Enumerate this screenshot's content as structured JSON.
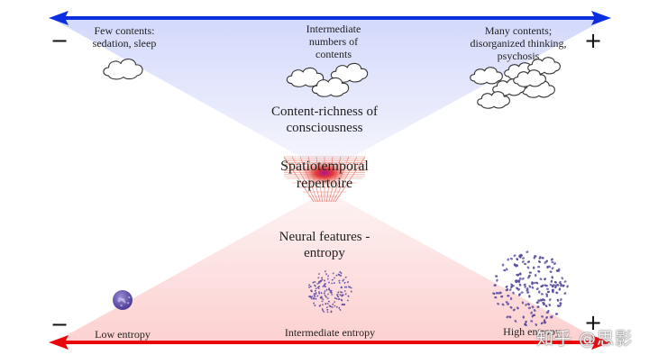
{
  "colors": {
    "top_arrow": "#0a2ee0",
    "bottom_arrow": "#e8080c",
    "top_fill": "#d6dcfb",
    "bottom_fill": "#fdd4d4",
    "particles": "#5a4aa0"
  },
  "top_axis": {
    "name": "Content-richness of consciousness",
    "label_line1": "Content-richness of",
    "label_line2": "consciousness",
    "minus_sign": "−",
    "plus_sign": "+",
    "levels": [
      {
        "line1": "Few contents:",
        "line2": "sedation, sleep",
        "line3": "",
        "clouds": 1
      },
      {
        "line1": "Intermediate",
        "line2": "numbers of",
        "line3": "contents",
        "clouds": 3
      },
      {
        "line1": "Many contents;",
        "line2": "disorganized thinking,",
        "line3": "psychosis",
        "clouds": 7
      }
    ]
  },
  "center": {
    "line1": "Spatiotemporal",
    "line2": "repertoire"
  },
  "bottom_axis": {
    "label_line1": "Neural features -",
    "label_line2": "entropy",
    "minus_sign": "−",
    "plus_sign": "+",
    "levels": [
      {
        "label": "Low entropy"
      },
      {
        "label": "Intermediate entropy"
      },
      {
        "label": "High entropy"
      }
    ]
  },
  "watermark": "知乎 @思影"
}
